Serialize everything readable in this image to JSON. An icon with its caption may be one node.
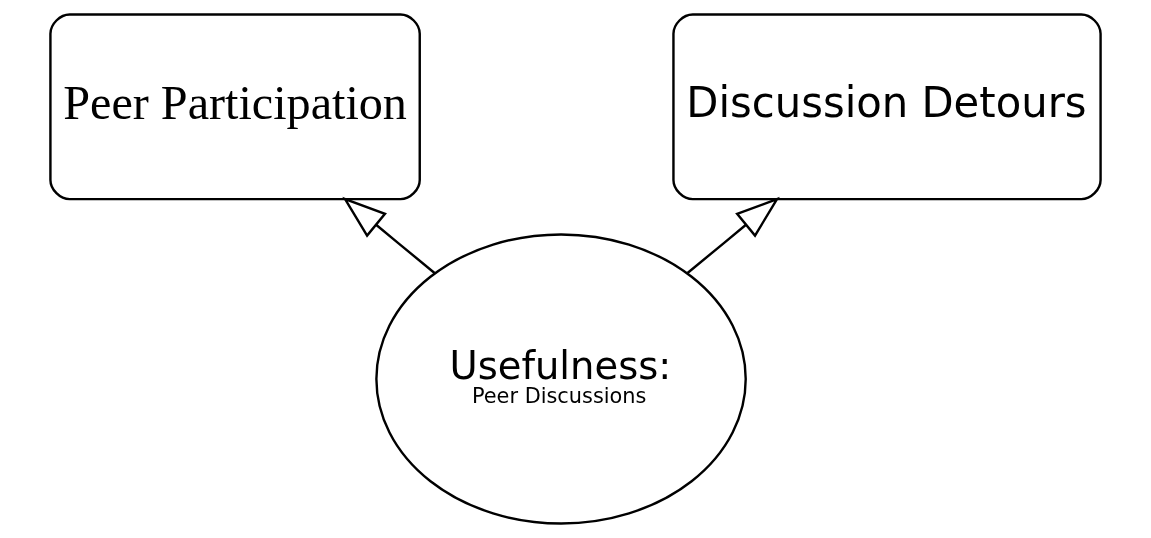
{
  "diagram": {
    "nodes": [
      {
        "text": [
          "Peer Participation"
        ]
      },
      {
        "text": [
          "Discussion Detours"
        ]
      },
      {
        "text": [
          "Usefulness:",
          "Peer Discussions"
        ]
      }
    ],
    "edges": [
      {
        "from": 2,
        "to": 0,
        "arrow": "to"
      },
      {
        "from": 2,
        "to": 1,
        "arrow": "to"
      }
    ]
  }
}
